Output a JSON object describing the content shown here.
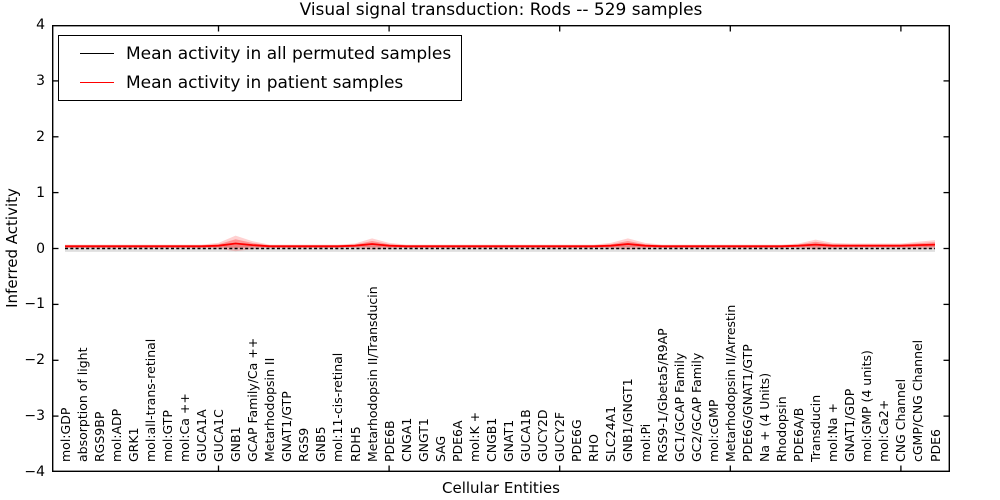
{
  "figure": {
    "title": "Visual signal transduction: Rods -- 529 samples",
    "xlabel": "Cellular Entities",
    "ylabel": "Inferred Activity"
  },
  "legend": {
    "entries": [
      {
        "label": "Mean activity in all permuted samples",
        "color": "#000000"
      },
      {
        "label": "Mean activity in patient samples",
        "color": "#ff0000"
      }
    ]
  },
  "chart_data": {
    "type": "line",
    "title": "Visual signal transduction: Rods -- 529 samples",
    "xlabel": "Cellular Entities",
    "ylabel": "Inferred Activity",
    "ylim": [
      -4,
      4
    ],
    "yticks": [
      4,
      3,
      2,
      1,
      0,
      -1,
      -2,
      -3,
      -4
    ],
    "xtick_positions": [
      9,
      19,
      29,
      39,
      49
    ],
    "grid": false,
    "legend_position": "upper left",
    "categories": [
      "mol:GDP",
      "absorption of light",
      "RGS9BP",
      "mol:ADP",
      "GRK1",
      "mol:all-trans-retinal",
      "mol:GTP",
      "mol:Ca ++",
      "GUCA1A",
      "GUCA1C",
      "GNB1",
      "GCAP Family/Ca ++",
      "Metarhodopsin II",
      "GNAT1/GTP",
      "RGS9",
      "GNB5",
      "mol:11-cis-retinal",
      "RDH5",
      "Metarhodopsin II/Transducin",
      "PDE6B",
      "CNGA1",
      "GNGT1",
      "SAG",
      "PDE6A",
      "mol:K +",
      "CNGB1",
      "GNAT1",
      "GUCA1B",
      "GUCY2D",
      "GUCY2F",
      "PDE6G",
      "RHO",
      "SLC24A1",
      "GNB1/GNGT1",
      "mol:Pi",
      "RGS9-1/Gbeta5/R9AP",
      "GC1/GCAP Family",
      "GC2/GCAP Family",
      "mol:cGMP",
      "Metarhodopsin II/Arrestin",
      "PDE6G/GNAT1/GTP",
      "Na + (4 Units)",
      "Rhodopsin",
      "PDE6A/B",
      "Transducin",
      "mol:Na +",
      "GNAT1/GDP",
      "mol:GMP (4 units)",
      "mol:Ca2+",
      "CNG Channel",
      "cGMP/CNG Channel",
      "PDE6"
    ],
    "series": [
      {
        "name": "Mean activity in all permuted samples",
        "color": "#000000",
        "line_style": "dashed",
        "band_halfwidth": 0.06,
        "values": [
          0,
          0,
          0,
          0,
          0,
          0,
          0,
          0,
          0,
          0,
          0,
          0,
          0,
          0,
          0,
          0,
          0,
          0,
          0,
          0,
          0,
          0,
          0,
          0,
          0,
          0,
          0,
          0,
          0,
          0,
          0,
          0,
          0,
          0,
          0,
          0,
          0,
          0,
          0,
          0,
          0,
          0,
          0,
          0,
          0,
          0,
          0,
          0,
          0,
          0,
          0,
          0
        ]
      },
      {
        "name": "Mean activity in patient samples",
        "color": "#ff0000",
        "line_style": "solid",
        "values": [
          0.04,
          0.04,
          0.04,
          0.04,
          0.04,
          0.04,
          0.04,
          0.04,
          0.04,
          0.05,
          0.09,
          0.06,
          0.04,
          0.04,
          0.04,
          0.04,
          0.04,
          0.05,
          0.08,
          0.05,
          0.04,
          0.04,
          0.04,
          0.04,
          0.04,
          0.04,
          0.04,
          0.04,
          0.04,
          0.04,
          0.04,
          0.04,
          0.05,
          0.08,
          0.05,
          0.04,
          0.04,
          0.04,
          0.04,
          0.04,
          0.04,
          0.04,
          0.04,
          0.05,
          0.07,
          0.05,
          0.05,
          0.05,
          0.05,
          0.05,
          0.06,
          0.07
        ],
        "band_halfwidths": [
          0.03,
          0.03,
          0.03,
          0.03,
          0.03,
          0.03,
          0.03,
          0.03,
          0.03,
          0.05,
          0.14,
          0.07,
          0.03,
          0.03,
          0.03,
          0.03,
          0.03,
          0.04,
          0.1,
          0.05,
          0.03,
          0.03,
          0.03,
          0.03,
          0.03,
          0.03,
          0.03,
          0.03,
          0.03,
          0.03,
          0.03,
          0.03,
          0.05,
          0.1,
          0.05,
          0.03,
          0.03,
          0.03,
          0.03,
          0.03,
          0.03,
          0.03,
          0.03,
          0.04,
          0.09,
          0.05,
          0.04,
          0.04,
          0.04,
          0.04,
          0.06,
          0.08
        ]
      }
    ]
  }
}
